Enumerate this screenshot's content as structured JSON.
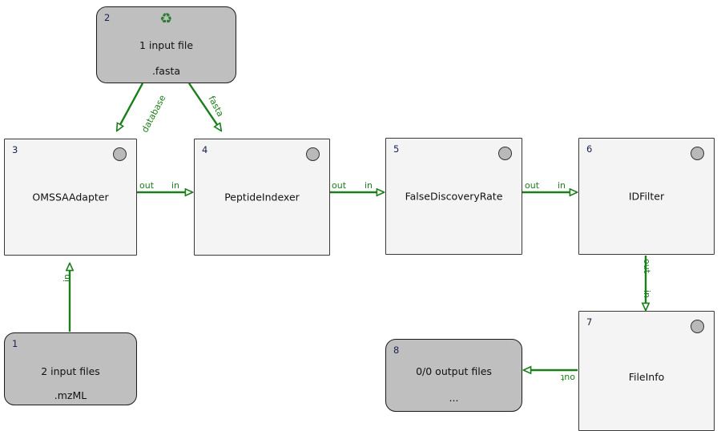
{
  "diagram": {
    "type": "workflow-graph",
    "background_color": "#ffffff",
    "edge_color": "#1a7f1a",
    "tool_node_fill": "#f4f4f4",
    "io_node_fill": "#bfbfbf",
    "node_border_color": "#3a3a3a",
    "badge_color": "#b9b9b9"
  },
  "nodes": [
    {
      "id": "node-1",
      "index": "1",
      "kind": "input",
      "line1": "2 input files",
      "line2": ".mzML",
      "icon": null
    },
    {
      "id": "node-2",
      "index": "2",
      "kind": "input",
      "line1": "1 input file",
      "line2": ".fasta",
      "icon": "recycle-icon",
      "icon_glyph": "♻"
    },
    {
      "id": "node-3",
      "index": "3",
      "kind": "tool",
      "title": "OMSSAAdapter",
      "badge": "status-circle"
    },
    {
      "id": "node-4",
      "index": "4",
      "kind": "tool",
      "title": "PeptideIndexer",
      "badge": "status-circle"
    },
    {
      "id": "node-5",
      "index": "5",
      "kind": "tool",
      "title": "FalseDiscoveryRate",
      "badge": "status-circle"
    },
    {
      "id": "node-6",
      "index": "6",
      "kind": "tool",
      "title": "IDFilter",
      "badge": "status-circle"
    },
    {
      "id": "node-7",
      "index": "7",
      "kind": "tool",
      "title": "FileInfo",
      "badge": "status-circle"
    },
    {
      "id": "node-8",
      "index": "8",
      "kind": "output",
      "line1": "0/0 output files",
      "line2": "...",
      "icon": null
    }
  ],
  "edges": [
    {
      "id": "edge-2-3",
      "from": "node-2",
      "to": "node-3",
      "source_label": "",
      "target_label": "database"
    },
    {
      "id": "edge-2-4",
      "from": "node-2",
      "to": "node-4",
      "source_label": "",
      "target_label": "fasta"
    },
    {
      "id": "edge-1-3",
      "from": "node-1",
      "to": "node-3",
      "source_label": "",
      "target_label": "in"
    },
    {
      "id": "edge-3-4",
      "from": "node-3",
      "to": "node-4",
      "source_label": "out",
      "target_label": "in"
    },
    {
      "id": "edge-4-5",
      "from": "node-4",
      "to": "node-5",
      "source_label": "out",
      "target_label": "in"
    },
    {
      "id": "edge-5-6",
      "from": "node-5",
      "to": "node-6",
      "source_label": "out",
      "target_label": "in"
    },
    {
      "id": "edge-6-7",
      "from": "node-6",
      "to": "node-7",
      "source_label": "out",
      "target_label": "in"
    },
    {
      "id": "edge-7-8",
      "from": "node-7",
      "to": "node-8",
      "source_label": "out",
      "target_label": ""
    }
  ],
  "labels": {
    "out": "out",
    "in": "in",
    "database": "database",
    "fasta": "fasta"
  }
}
